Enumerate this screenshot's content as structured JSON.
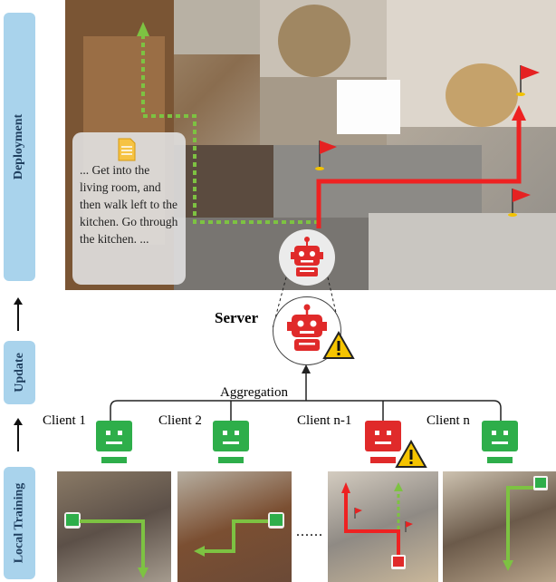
{
  "stages": {
    "deployment": "Deployment",
    "update": "Update",
    "local_training": "Local Training"
  },
  "instruction": {
    "text": "... Get into the living room, and then walk left to the kitchen. Go through the kitchen. ..."
  },
  "server": {
    "label": "Server",
    "aggregation_label": "Aggregation"
  },
  "clients": [
    {
      "label": "Client 1",
      "status": "normal"
    },
    {
      "label": "Client 2",
      "status": "normal"
    },
    {
      "label": "Client n-1",
      "status": "malicious"
    },
    {
      "label": "Client n",
      "status": "normal"
    }
  ],
  "ellipsis": "......",
  "colors": {
    "stage_bar": "#a9d3ec",
    "robot_green": "#2eae4a",
    "robot_red": "#e02a2a",
    "path_green": "#7dc242",
    "path_red": "#ee2222",
    "warning_yellow": "#f5c400"
  },
  "icons": [
    "robot-icon",
    "warning-icon",
    "flag-icon",
    "document-icon"
  ]
}
